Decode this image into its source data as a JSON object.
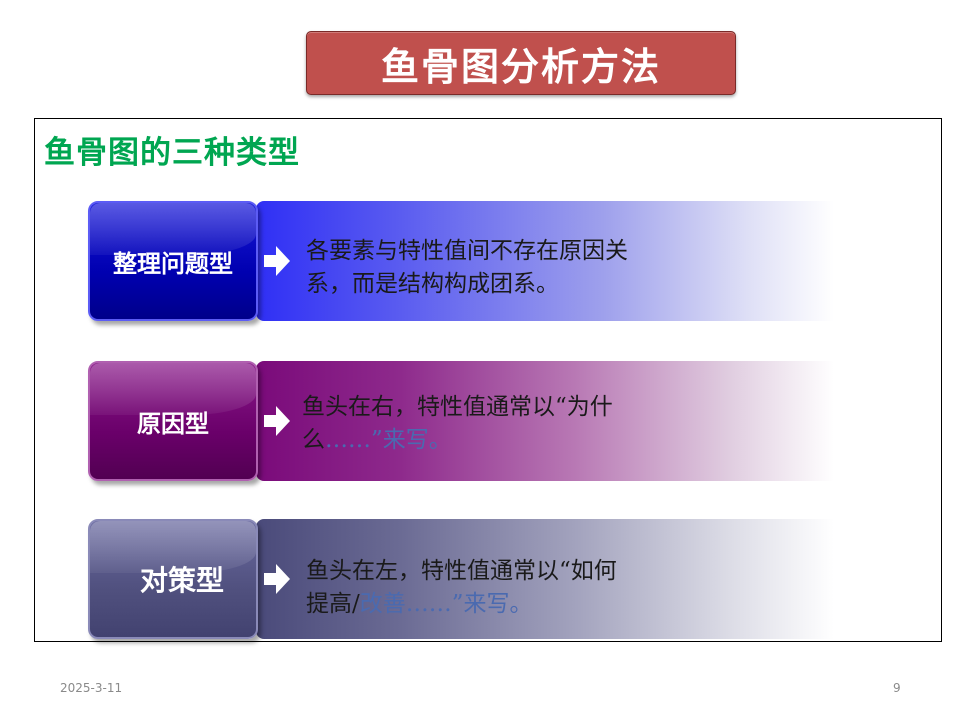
{
  "title": "鱼骨图分析方法",
  "subtitle": "鱼骨图的三种类型",
  "types": [
    {
      "label": "整理问题型",
      "desc_line1": "各要素与特性值间不存在原因关",
      "desc_line2": "系，而是结构构成团系。"
    },
    {
      "label": "原因型",
      "desc_line1": "鱼头在右，特性值通常以“为什",
      "desc_line2_dark": "么",
      "desc_line2_blue": "……”来写。"
    },
    {
      "label": "对策型",
      "desc_line1": "鱼头在左，特性值通常以“如何",
      "desc_line2_dark": "提高/",
      "desc_line2_blue": "改善……”来写。"
    }
  ],
  "footer": {
    "date": "2025-3-11",
    "page": "9"
  },
  "colors": {
    "title_bg": "#c0504d",
    "subtitle": "#00a651",
    "type1": "#0000b0",
    "type2": "#6a006a",
    "type3": "#50507e",
    "highlight_text": "#4a6ab0"
  }
}
